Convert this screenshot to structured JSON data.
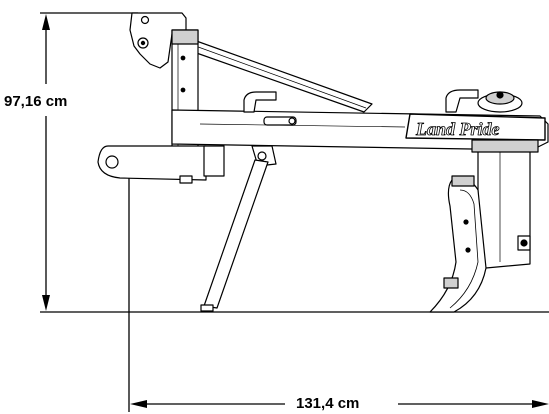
{
  "dimensions": {
    "height_label": "97,16 cm",
    "width_label": "131,4 cm"
  },
  "machine": {
    "brand_label": "Land Pride"
  },
  "colors": {
    "line": "#000000",
    "background": "#ffffff",
    "metal_fill": "#ffffff",
    "shade": "#d0d0d0"
  }
}
